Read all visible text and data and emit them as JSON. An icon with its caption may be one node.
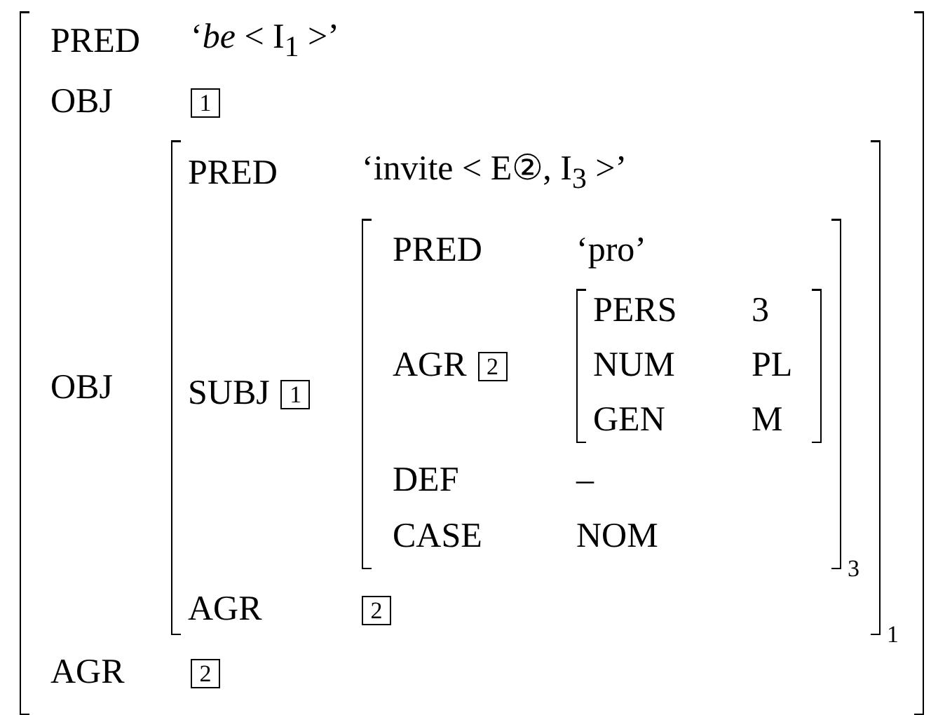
{
  "diagram": {
    "nodes": [
      {
        "text": [
          "PRED",
          "‘*be* < I$_{1}$ >’",
          "OBJ",
          "1",
          "OBJ",
          "AGR",
          "2"
        ]
      },
      {
        "text": [
          "PRED",
          "‘invite < E②,  I$_{3}$ >’",
          "SUBJ",
          "1",
          "AGR",
          "2"
        ],
        "in": 0,
        "beside": [
          "1"
        ]
      },
      {
        "text": [
          "PRED",
          "‘pro’",
          "AGR",
          "2",
          "DEF",
          "–",
          "CASE",
          "NOM"
        ],
        "in": 1,
        "beside": [
          "3"
        ]
      },
      {
        "text": [
          "PERS",
          "3",
          "NUM",
          "PL",
          "GEN",
          "M"
        ],
        "in": 2
      }
    ]
  }
}
